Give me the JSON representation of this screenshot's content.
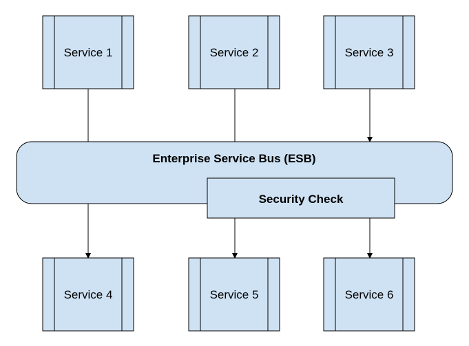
{
  "services": {
    "s1": "Service 1",
    "s2": "Service 2",
    "s3": "Service 3",
    "s4": "Service 4",
    "s5": "Service 5",
    "s6": "Service 6"
  },
  "esb": {
    "title": "Enterprise Service Bus (ESB)"
  },
  "security": {
    "label": "Security Check"
  },
  "colors": {
    "fill": "#cfe2f3",
    "stroke": "#000000"
  }
}
